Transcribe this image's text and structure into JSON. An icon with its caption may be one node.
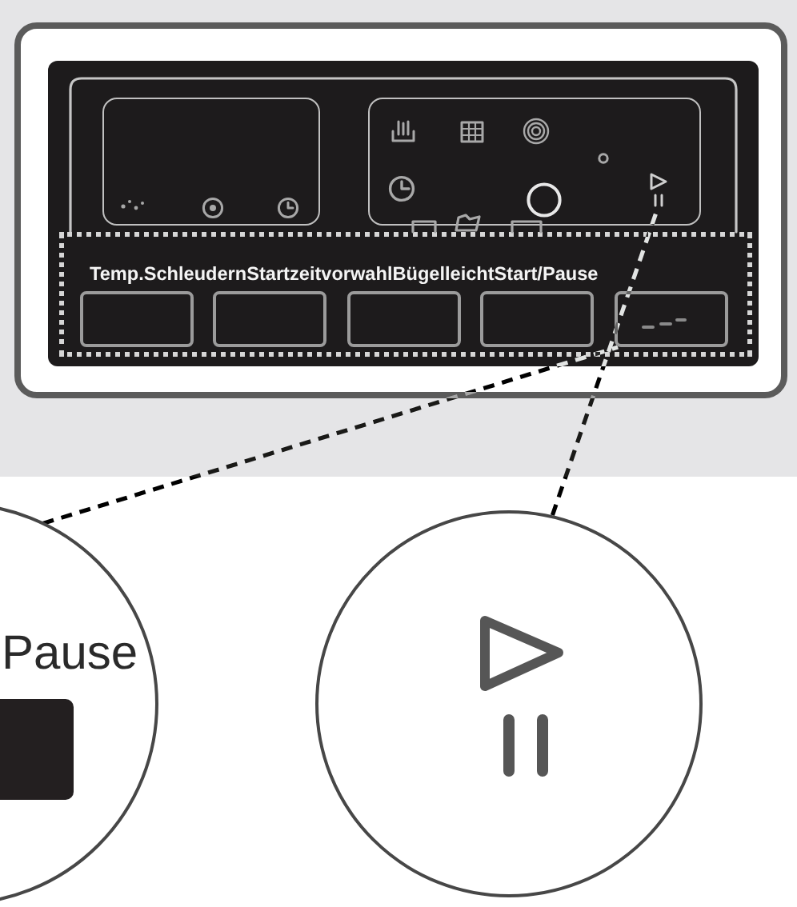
{
  "diagram": {
    "nodes": [
      {
        "text": [],
        "shape": "picture"
      },
      {
        "text": [],
        "shape": "box"
      },
      {
        "text": [],
        "shape": "box"
      },
      {
        "text": [],
        "shape": "box"
      },
      {
        "text": [],
        "shape": "box"
      },
      {
        "text": [],
        "shape": "box"
      },
      {
        "text": [
          "Pause"
        ]
      },
      {
        "text": [],
        "shape": "circle"
      }
    ],
    "edges": [
      {
        "from": 6,
        "to": 5,
        "arrow": "none",
        "style": "dashed"
      },
      {
        "from": 7,
        "to": 0,
        "arrow": "none",
        "style": "dashed"
      }
    ],
    "labels": [
      "Temp.SchleudernStartzeitvorwahlBügelleichtStart/Pause"
    ]
  }
}
